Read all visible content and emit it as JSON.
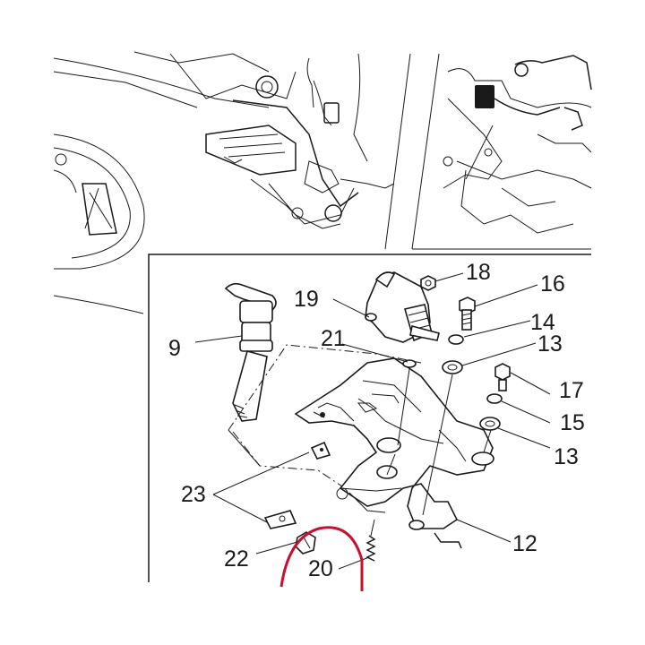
{
  "callouts": [
    {
      "id": "9",
      "label": "9"
    },
    {
      "id": "12",
      "label": "12"
    },
    {
      "id": "13a",
      "label": "13"
    },
    {
      "id": "13b",
      "label": "13"
    },
    {
      "id": "14",
      "label": "14"
    },
    {
      "id": "15",
      "label": "15"
    },
    {
      "id": "16",
      "label": "16"
    },
    {
      "id": "17",
      "label": "17"
    },
    {
      "id": "18",
      "label": "18"
    },
    {
      "id": "19",
      "label": "19"
    },
    {
      "id": "20",
      "label": "20"
    },
    {
      "id": "21",
      "label": "21"
    },
    {
      "id": "22",
      "label": "22"
    },
    {
      "id": "23",
      "label": "23"
    }
  ],
  "colors": {
    "ink": "#1a1a1a",
    "highlight": "#c8102e",
    "background": "#ffffff"
  }
}
